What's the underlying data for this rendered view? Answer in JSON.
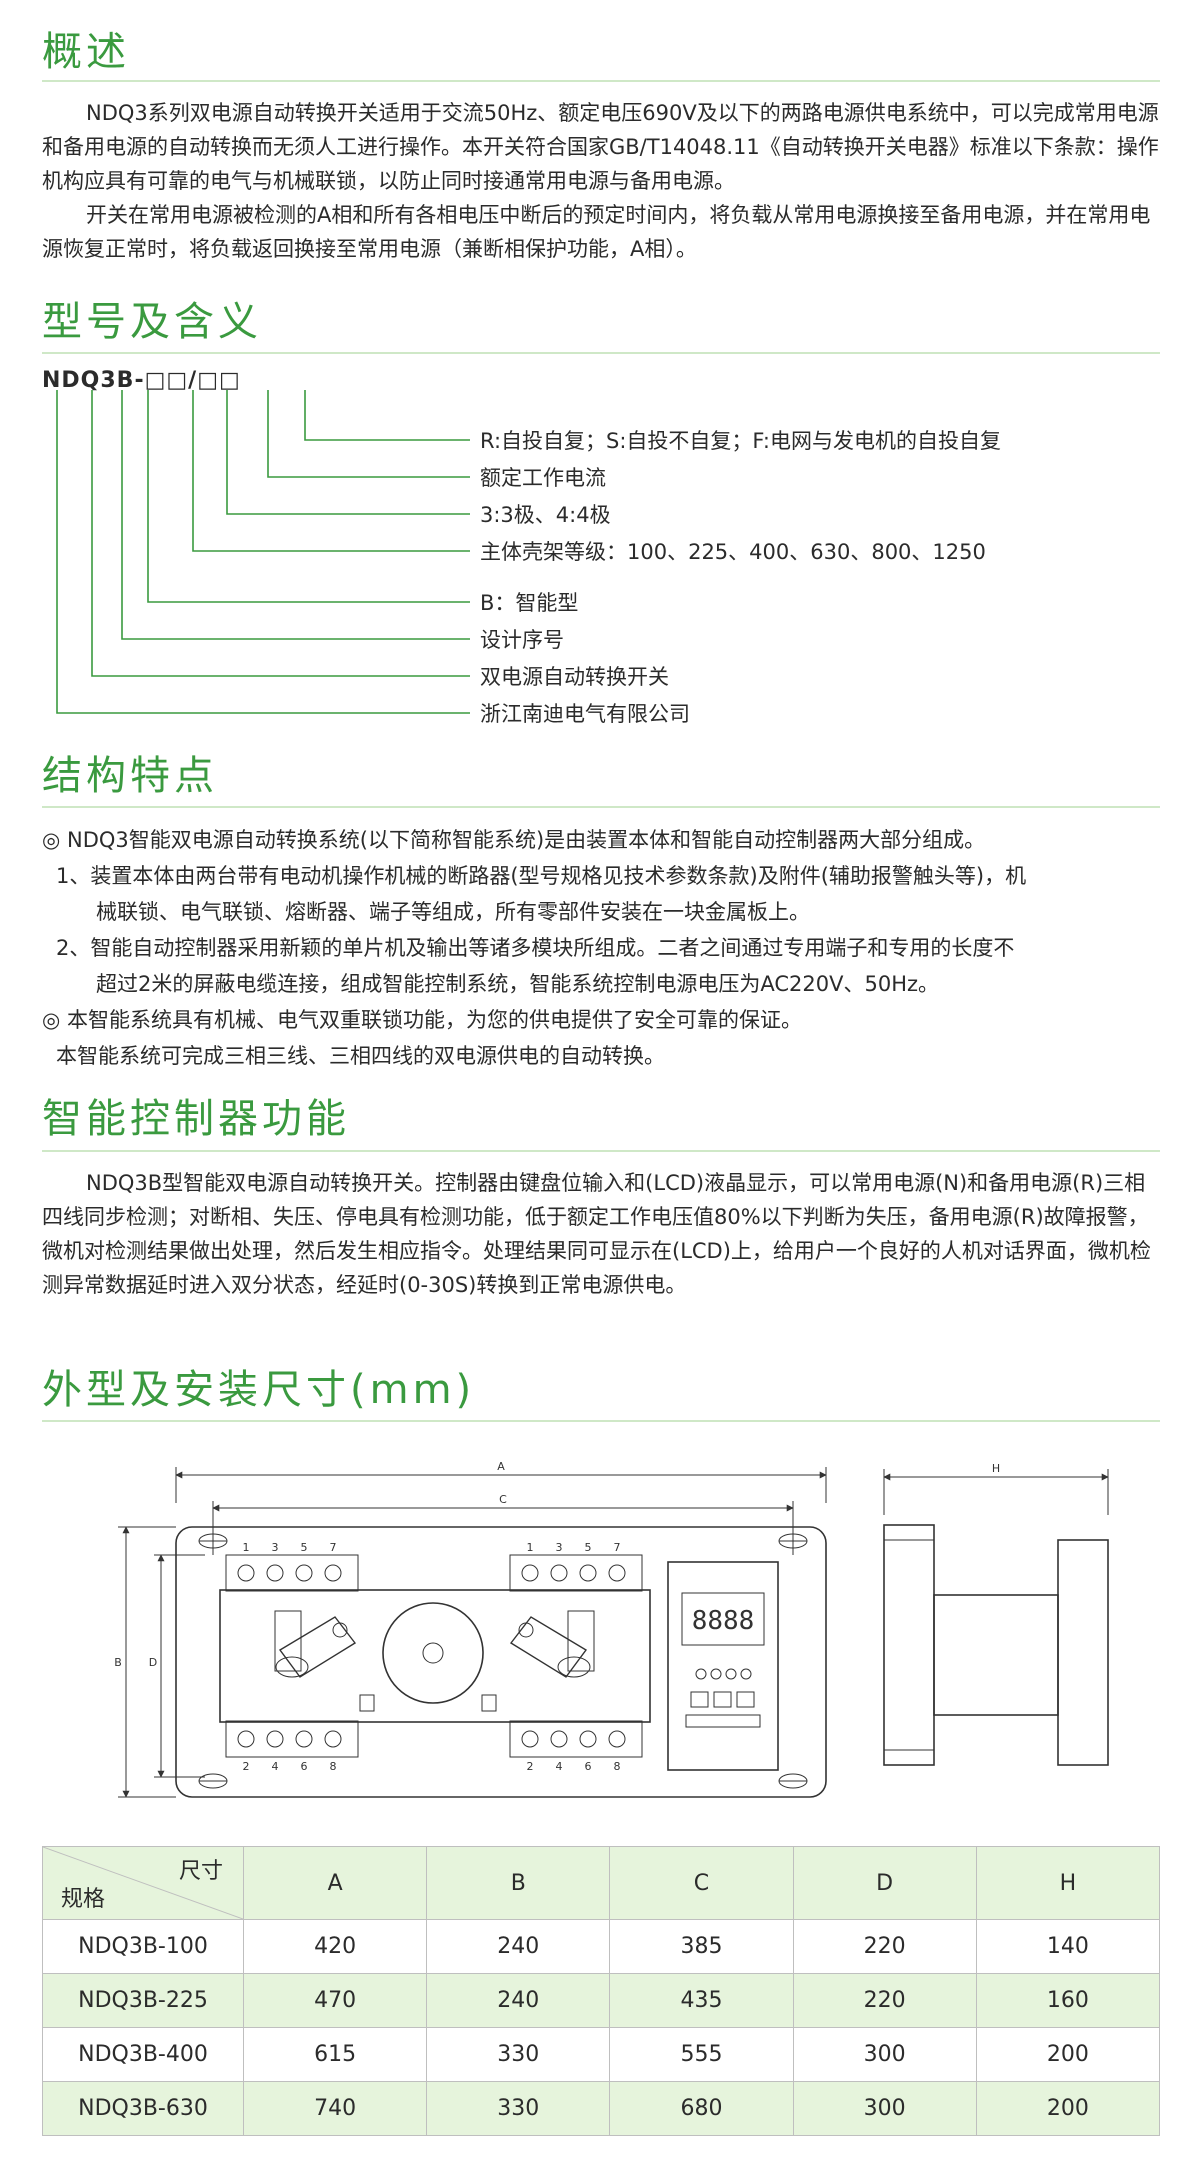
{
  "sections": {
    "overview": {
      "heading": "概述",
      "para1": "NDQ3系列双电源自动转换开关适用于交流50Hz、额定电压690V及以下的两路电源供电系统中，可以完成常用电源和备用电源的自动转换而无须人工进行操作。本开关符合国家GB/T14048.11《自动转换开关电器》标准以下条款：操作机构应具有可靠的电气与机械联锁，以防止同时接通常用电源与备用电源。",
      "para2": "开关在常用电源被检测的A相和所有各相电压中断后的预定时间内，将负载从常用电源换接至备用电源，并在常用电源恢复正常时，将负载返回换接至常用电源（兼断相保护功能，A相）。"
    },
    "model": {
      "heading": "型号及含义",
      "code": "NDQ3B-□□/□□",
      "labels": [
        "R:自投自复；S:自投不自复；F:电网与发电机的自投自复",
        "额定工作电流",
        "3:3极、4:4极",
        "主体壳架等级：100、225、400、630、800、1250",
        "B：智能型",
        "设计序号",
        "双电源自动转换开关",
        "浙江南迪电气有限公司"
      ]
    },
    "structure": {
      "heading": "结构特点",
      "l1": "◎ NDQ3智能双电源自动转换系统(以下简称智能系统)是由装置本体和智能自动控制器两大部分组成。",
      "l2": "1、装置本体由两台带有电动机操作机械的断路器(型号规格见技术参数条款)及附件(辅助报警触头等)，机",
      "l3": "械联锁、电气联锁、熔断器、端子等组成，所有零部件安装在一块金属板上。",
      "l4": "2、智能自动控制器采用新颖的单片机及输出等诸多模块所组成。二者之间通过专用端子和专用的长度不",
      "l5": "超过2米的屏蔽电缆连接，组成智能控制系统，智能系统控制电源电压为AC220V、50Hz。",
      "l6": "◎ 本智能系统具有机械、电气双重联锁功能，为您的供电提供了安全可靠的保证。",
      "l7": "本智能系统可完成三相三线、三相四线的双电源供电的自动转换。"
    },
    "controller": {
      "heading": "智能控制器功能",
      "para": "NDQ3B型智能双电源自动转换开关。控制器由键盘位输入和(LCD)液晶显示，可以常用电源(N)和备用电源(R)三相四线同步检测；对断相、失压、停电具有检测功能，低于额定工作电压值80%以下判断为失压，备用电源(R)故障报警，微机对检测结果做出处理，然后发生相应指令。处理结果同可显示在(LCD)上，给用户一个良好的人机对话界面，微机检测异常数据延时进入双分状态，经延时(0-30S)转换到正常电源供电。"
    },
    "dims": {
      "heading": "外型及安装尺寸(mm)",
      "dim_a": "A",
      "dim_b": "B",
      "dim_c": "C",
      "dim_d": "D",
      "dim_h": "H",
      "display": "8888",
      "term_top": [
        "1",
        "3",
        "5",
        "7"
      ],
      "term_bot": [
        "2",
        "4",
        "6",
        "8"
      ]
    }
  },
  "table": {
    "corner_top": "尺寸",
    "corner_bottom": "规格",
    "headers": [
      "A",
      "B",
      "C",
      "D",
      "H"
    ],
    "rows": [
      [
        "NDQ3B-100",
        "420",
        "240",
        "385",
        "220",
        "140"
      ],
      [
        "NDQ3B-225",
        "470",
        "240",
        "435",
        "220",
        "160"
      ],
      [
        "NDQ3B-400",
        "615",
        "330",
        "555",
        "300",
        "200"
      ],
      [
        "NDQ3B-630",
        "740",
        "330",
        "680",
        "300",
        "200"
      ]
    ]
  },
  "colors": {
    "heading": "#3a9a3f",
    "rule": "#cfe8c7",
    "row_tint": "#e6f4dc"
  }
}
